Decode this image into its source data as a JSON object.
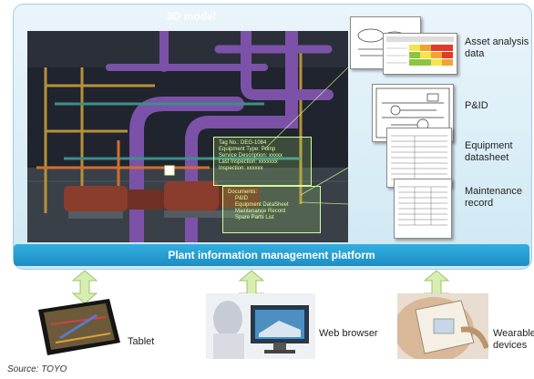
{
  "title": "3D model",
  "platform": "Plant information management platform",
  "overlay_top": [
    "Tag No.: DEG-1084",
    "Equipment Type: Pump",
    "Service Description: xxxxx",
    "Last Inspection: xxxxxxx",
    "Inspection: xxxxxx"
  ],
  "overlay_bottom": [
    "Documents:",
    "P&ID",
    "Equipment DataSheet",
    "Maintenance Record",
    "Spare Parts List"
  ],
  "documents": [
    {
      "label": "Asset analysis data"
    },
    {
      "label": "P&ID"
    },
    {
      "label": "Equipment datasheet"
    },
    {
      "label": "Maintenance record"
    }
  ],
  "devices": [
    {
      "label": "Tablet"
    },
    {
      "label": "Web browser"
    },
    {
      "label": "Wearable devices"
    }
  ],
  "source": "Source: TOYO",
  "colors": {
    "platform_band": "#1e8ec4",
    "arrow_fill": "#d7eeb0",
    "overlay": "#d5ff9a",
    "pipe": "#7b52a8"
  }
}
